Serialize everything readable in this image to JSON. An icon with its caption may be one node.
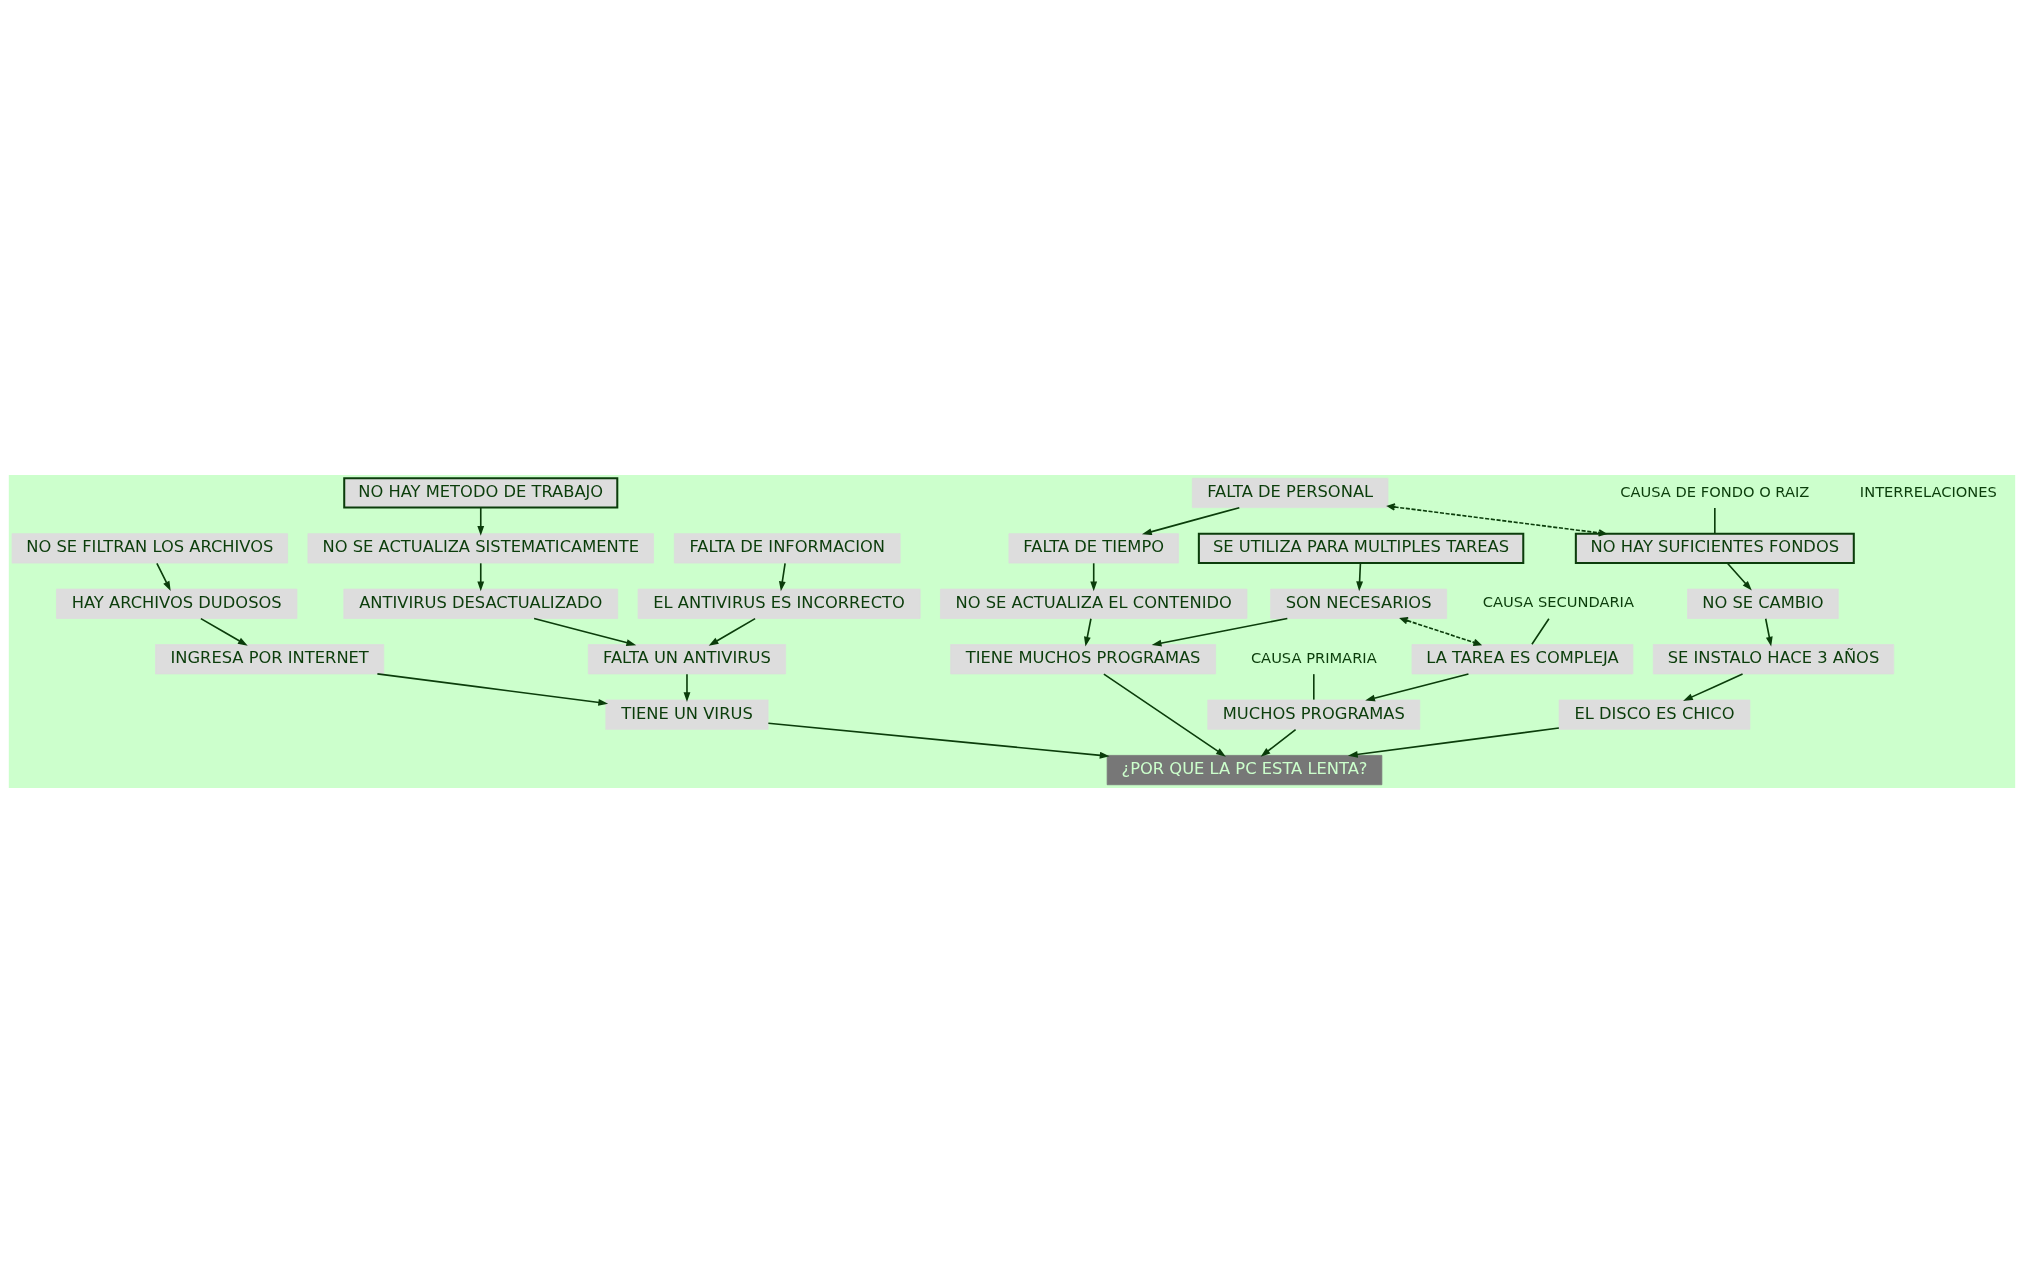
{
  "diagram": {
    "nodes": [
      {
        "text": [
          "SE UTILIZA PARA MULTIPLES TAREAS"
        ]
      },
      {
        "text": [
          "NO SE FILTRAN LOS ARCHIVOS"
        ]
      },
      {
        "text": [
          "NO HAY METODO DE TRABAJO"
        ]
      },
      {
        "text": [
          "SON NECESARIOS"
        ]
      },
      {
        "text": [
          "HAY ARCHIVOS DUDOSOS"
        ]
      },
      {
        "text": [
          "NO SE ACTUALIZA SISTEMATICAMENTE"
        ]
      },
      {
        "text": [
          "INGRESA POR INTERNET"
        ]
      },
      {
        "text": [
          "TIENE MUCHOS PROGRAMAS"
        ]
      },
      {
        "text": [
          "TIENE UN VIRUS"
        ]
      },
      {
        "text": [
          "ANTIVIRUS DESACTUALIZADO"
        ]
      },
      {
        "text": [
          "FALTA DE TIEMPO"
        ]
      },
      {
        "text": [
          "¿POR QUE LA PC ESTA LENTA?"
        ]
      },
      {
        "text": [
          "NO SE ACTUALIZA EL CONTENIDO"
        ]
      },
      {
        "text": [
          "FALTA UN ANTIVIRUS"
        ]
      },
      {
        "text": [
          "FALTA DE INFORMACION"
        ]
      },
      {
        "text": [
          "SE INSTALO HACE 3 AÑOS"
        ]
      },
      {
        "text": [
          "EL DISCO ES CHICO"
        ]
      },
      {
        "text": [
          "MUCHOS PROGRAMAS"
        ]
      },
      {
        "text": [
          "EL ANTIVIRUS ES INCORRECTO"
        ]
      },
      {
        "text": [
          "FALTA DE PERSONAL"
        ]
      },
      {
        "text": [
          "NO SE CAMBIO"
        ]
      },
      {
        "text": [
          "LA TAREA ES COMPLEJA"
        ]
      },
      {
        "text": [
          "NO HAY SUFICIENTES FONDOS"
        ]
      },
      {
        "text": [
          "CAUSA PRIMARIA"
        ]
      },
      {
        "text": [
          "CAUSA SECUNDARIA"
        ]
      },
      {
        "text": [
          "CAUSA DE FONDO O RAIZ"
        ]
      }
    ],
    "edges": [
      {
        "from": 0,
        "to": 3,
        "arrow": "to"
      },
      {
        "from": 1,
        "to": 4,
        "arrow": "to"
      },
      {
        "from": 2,
        "to": 5,
        "arrow": "to"
      },
      {
        "from": 3,
        "to": 7,
        "arrow": "to"
      },
      {
        "from": 4,
        "to": 6,
        "arrow": "to"
      },
      {
        "from": 5,
        "to": 9,
        "arrow": "to"
      },
      {
        "from": 6,
        "to": 8,
        "arrow": "to"
      },
      {
        "from": 8,
        "to": 11,
        "arrow": "to"
      },
      {
        "from": 7,
        "to": 11,
        "arrow": "to"
      },
      {
        "from": 12,
        "to": 7,
        "arrow": "to"
      },
      {
        "from": 10,
        "to": 12,
        "arrow": "to"
      },
      {
        "from": 9,
        "to": 13,
        "arrow": "to"
      },
      {
        "from": 13,
        "to": 8,
        "arrow": "to"
      },
      {
        "from": 14,
        "to": 18,
        "arrow": "to"
      },
      {
        "from": 18,
        "to": 13,
        "arrow": "to"
      },
      {
        "from": 15,
        "to": 16,
        "arrow": "to"
      },
      {
        "from": 16,
        "to": 11,
        "arrow": "to"
      },
      {
        "from": 17,
        "to": 11,
        "arrow": "to"
      },
      {
        "from": 21,
        "to": 17,
        "arrow": "to"
      },
      {
        "from": 19,
        "to": 10,
        "arrow": "to"
      },
      {
        "from": 20,
        "to": 15,
        "arrow": "to"
      },
      {
        "from": 22,
        "to": 20,
        "arrow": "to"
      },
      {
        "from": 3,
        "to": 21,
        "arrow": "both",
        "style": "dashed"
      },
      {
        "from": 19,
        "to": 22,
        "arrow": "both",
        "style": "dashed"
      },
      {
        "from": 23,
        "to": 17,
        "arrow": "none"
      },
      {
        "from": 24,
        "to": 21,
        "arrow": "none"
      },
      {
        "from": 25,
        "to": 22,
        "arrow": "none"
      }
    ],
    "legend": [
      {
        "text": "INTERRELACIONES"
      }
    ]
  }
}
